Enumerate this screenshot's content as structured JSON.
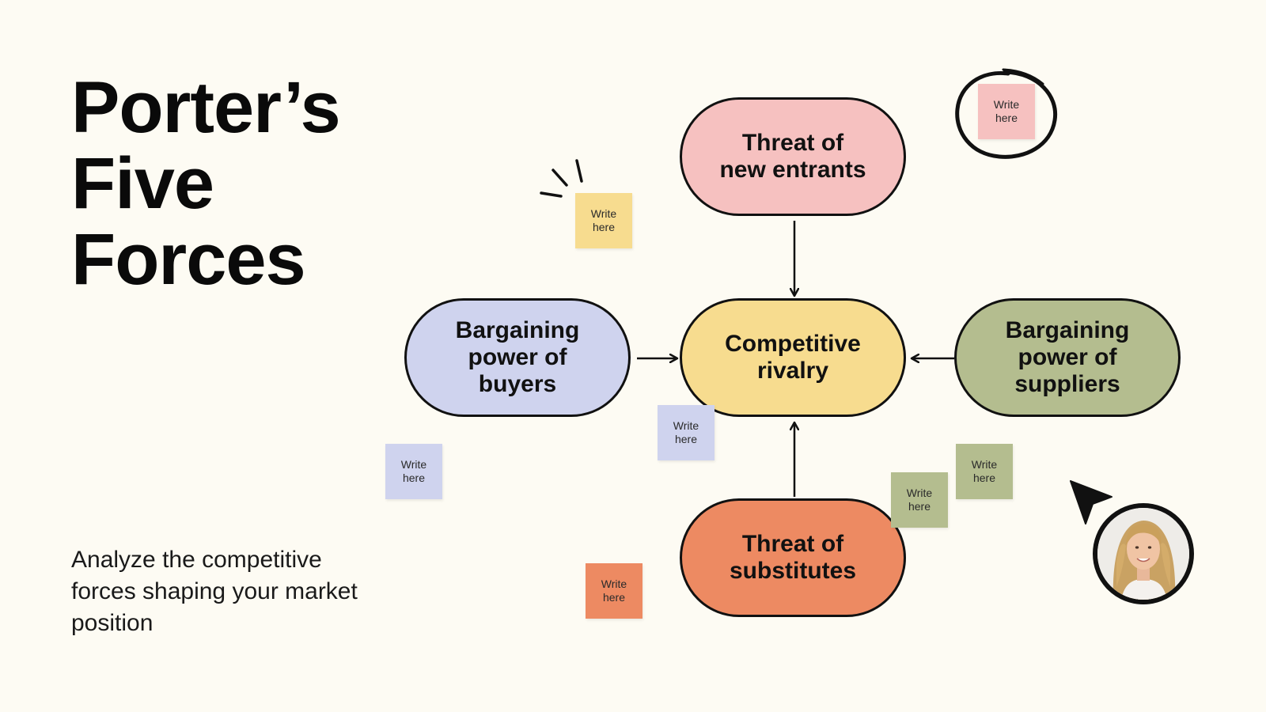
{
  "title": {
    "line1": "Porter’s",
    "line2": "Five",
    "line3": "Forces"
  },
  "subtitle": "Analyze the competitive forces shaping your market position",
  "nodes": {
    "new_entrants": {
      "line1": "Threat of",
      "line2": "new entrants",
      "color": "#f6c1c0"
    },
    "buyers": {
      "line1": "Bargaining",
      "line2": "power of",
      "line3": "buyers",
      "color": "#cfd3ee"
    },
    "rivalry": {
      "line1": "Competitive",
      "line2": "rivalry",
      "color": "#f7dc8f"
    },
    "suppliers": {
      "line1": "Bargaining",
      "line2": "power of",
      "line3": "suppliers",
      "color": "#b4bd8f"
    },
    "substitutes": {
      "line1": "Threat of",
      "line2": "substitutes",
      "color": "#ed8a62"
    }
  },
  "stickies": [
    {
      "line1": "Write",
      "line2": "here",
      "color": "#f7dc8f"
    },
    {
      "line1": "Write",
      "line2": "here",
      "color": "#f6c1c0"
    },
    {
      "line1": "Write",
      "line2": "here",
      "color": "#cfd3ee"
    },
    {
      "line1": "Write",
      "line2": "here",
      "color": "#cfd3ee"
    },
    {
      "line1": "Write",
      "line2": "here",
      "color": "#b4bd8f"
    },
    {
      "line1": "Write",
      "line2": "here",
      "color": "#b4bd8f"
    },
    {
      "line1": "Write",
      "line2": "here",
      "color": "#ed8a62"
    }
  ],
  "icons": {
    "cursor": "cursor-arrow-icon",
    "avatar": "user-avatar",
    "spark": "sparkle-lines-icon",
    "circle": "hand-drawn-circle"
  }
}
